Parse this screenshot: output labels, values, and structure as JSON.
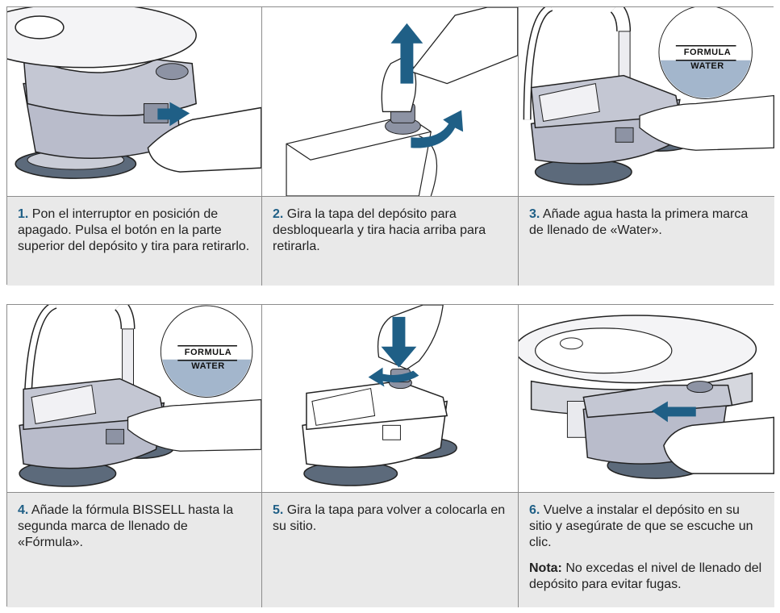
{
  "steps": [
    {
      "number": "1.",
      "text": "Pon el interruptor en posición de apagado. Pulsa el botón en la parte superior del depósito y tira para retirarlo."
    },
    {
      "number": "2.",
      "text": "Gira la tapa del depósito para desbloquearla y tira hacia arriba para retirarla."
    },
    {
      "number": "3.",
      "text": "Añade agua hasta la primera marca de llenado de «Water»."
    },
    {
      "number": "4.",
      "text": "Añade la fórmula BISSELL hasta la segunda marca de llenado de «Fórmula»."
    },
    {
      "number": "5.",
      "text": "Gira la tapa para volver a colocarla en su sitio."
    },
    {
      "number": "6.",
      "text": "Vuelve a instalar el depósito en su sitio y asegúrate de que se escuche un clic."
    }
  ],
  "note": {
    "label": "Nota:",
    "text": "No excedas el nivel de llenado del depósito para evitar fugas."
  },
  "fill_badge": {
    "top_label": "FORMULA",
    "bottom_label": "WATER"
  },
  "colors": {
    "accent": "#1f5f86",
    "device_gray": "#b9bccb",
    "water_blue": "#a3b6cc",
    "panel_text_bg": "#e9e9e9"
  }
}
